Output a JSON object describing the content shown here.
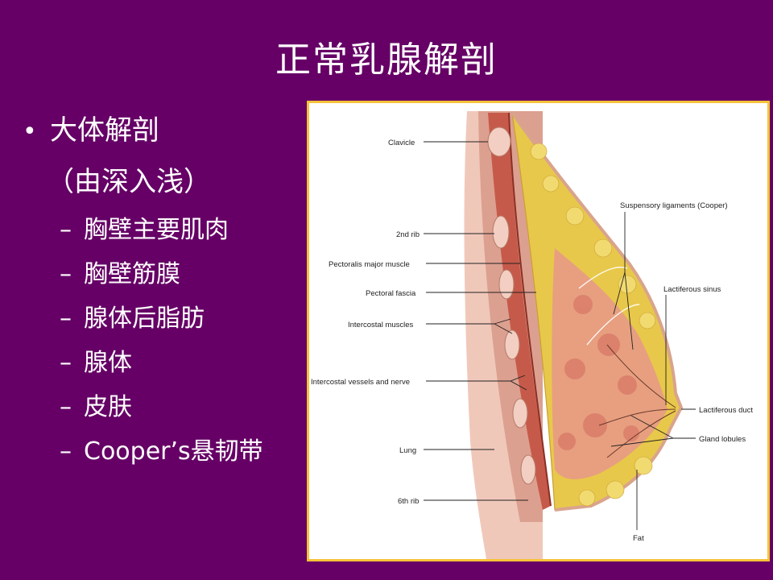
{
  "slide": {
    "title": "正常乳腺解剖",
    "bullet": {
      "symbol": "•",
      "text": "大体解剖"
    },
    "subtitle": "（由深入浅）",
    "items": [
      {
        "dash": "–",
        "text": "胸壁主要肌肉"
      },
      {
        "dash": "–",
        "text": "胸壁筋膜"
      },
      {
        "dash": "–",
        "text": "腺体后脂肪"
      },
      {
        "dash": "–",
        "text": "腺体"
      },
      {
        "dash": "–",
        "text": "皮肤"
      },
      {
        "dash": "–",
        "text": "Cooper’s悬韧带"
      }
    ]
  },
  "figure": {
    "labels": {
      "clavicle": "Clavicle",
      "rib2": "2nd rib",
      "pect_major": "Pectoralis major muscle",
      "pect_fascia": "Pectoral fascia",
      "intercostal_muscles": "Intercostal muscles",
      "intercostal_vessels": "Intercostal vessels and nerve",
      "lung": "Lung",
      "rib6": "6th rib",
      "suspensory": "Suspensory ligaments (Cooper)",
      "sinus": "Lactiferous sinus",
      "duct": "Lactiferous duct",
      "lobules": "Gland lobules",
      "fat": "Fat"
    }
  },
  "colors": {
    "background": "#660066",
    "frame": "#f5c23a",
    "muscle": "#c65a4a",
    "fat": "#e8c84a",
    "gland": "#e79a86",
    "skin": "#f0c9b0"
  }
}
